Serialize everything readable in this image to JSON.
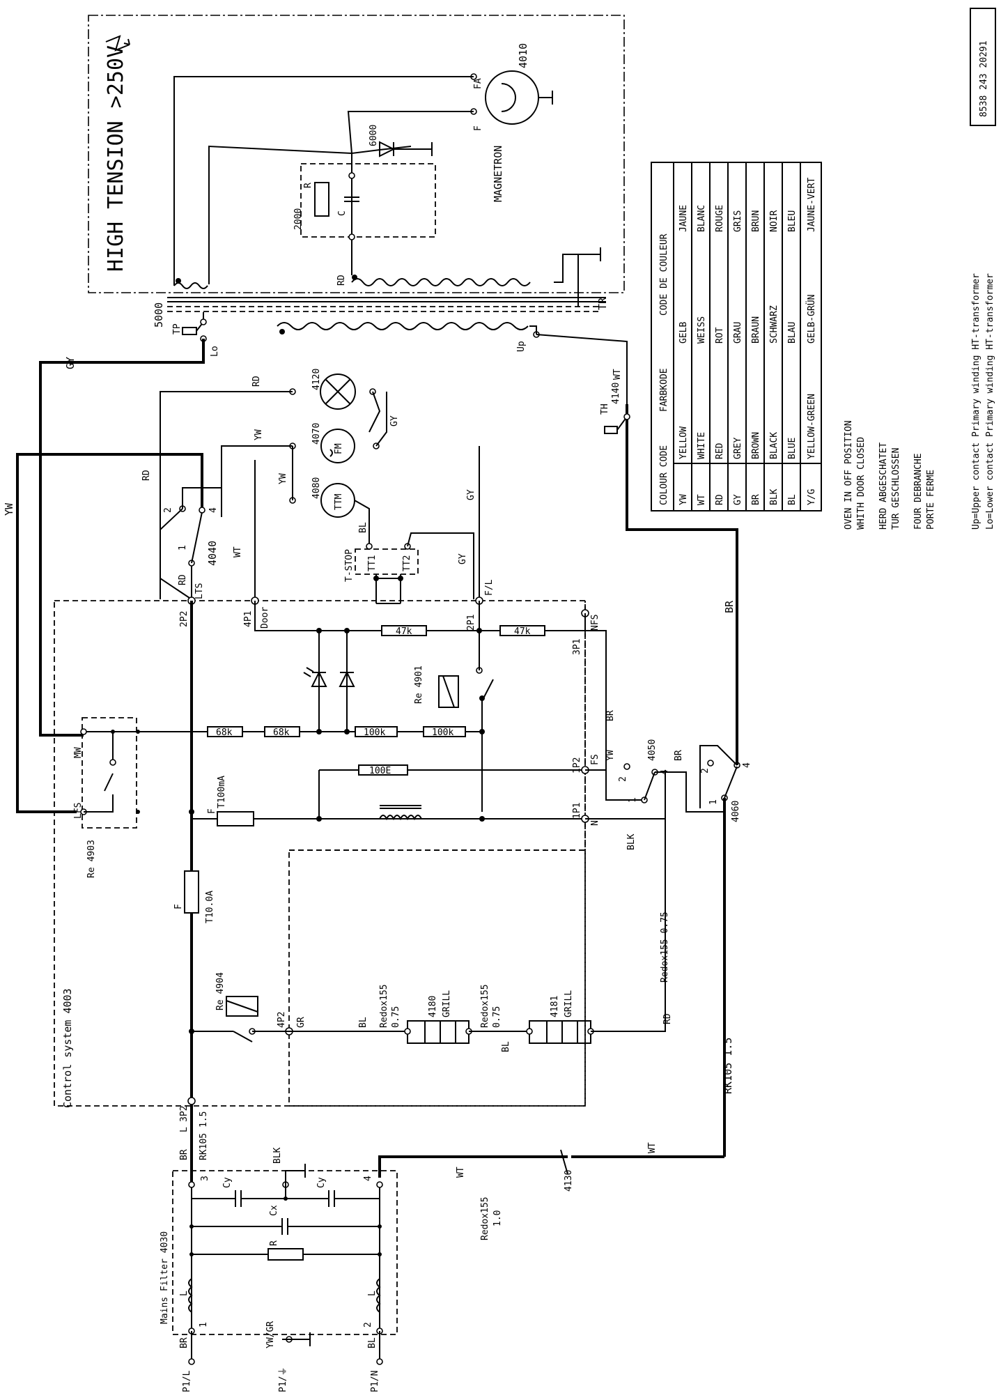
{
  "drawing": {
    "drawing_number": "8538 243 20291",
    "high_tension": "HIGH TENSION >250V",
    "magnetron_label": "MAGNETRON",
    "control_system": "Control system 4003",
    "mains_filter": "Mains Filter 4030",
    "status_notes": [
      "OVEN IN OFF POSITION",
      "WHITH DOOR CLOSED",
      "HERD ABGESCHATET",
      "TUR GESCHLOSSEN",
      "FOUR DEBRANCHE",
      "PORTE FERME"
    ],
    "contact_notes": [
      "Up=Upper contact Primary winding HT-transformer",
      "Lo=Lower contact Primary winding HT-transformer"
    ]
  },
  "color_code": {
    "headers": [
      "COLOUR CODE",
      "FARBKODE",
      "CODE DE COULEUR"
    ],
    "rows": [
      [
        "YW",
        "YELLOW",
        "GELB",
        "JAUNE"
      ],
      [
        "WT",
        "WHITE",
        "WEISS",
        "BLANC"
      ],
      [
        "RD",
        "RED",
        "ROT",
        "ROUGE"
      ],
      [
        "GY",
        "GREY",
        "GRAU",
        "GRIS"
      ],
      [
        "BR",
        "BROWN",
        "BRAUN",
        "BRUN"
      ],
      [
        "BLK",
        "BLACK",
        "SCHWARZ",
        "NOIR"
      ],
      [
        "BL",
        "BLUE",
        "BLAU",
        "BLEU"
      ],
      [
        "Y/G",
        "YELLOW-GREEN",
        "GELB-GRÜN",
        "JAUNE-VERT"
      ]
    ]
  },
  "components": {
    "magnetron": "4010",
    "diode": "6000",
    "capacitor_block": "2000",
    "capacitor_r": "R",
    "capacitor_c": "C",
    "transformer": "5000",
    "transformer_tr": "TR",
    "lamp": "4120",
    "fan_motor": "4070",
    "fan_symbol": "FM",
    "turntable_motor": "4080",
    "turntable_symbol": "TTM",
    "thermostat": "4140",
    "thermostat_th": "TH",
    "switch_4040": "4040",
    "switch_4050": "4050",
    "switch_4060": "4060",
    "relay_4901": "Re 4901",
    "relay_4903": "Re 4903",
    "relay_4904": "Re 4904",
    "grill_4180": "4180",
    "grill_4181": "4181",
    "grill_word": "GRILL",
    "thermal_4130": "4130",
    "tstop": "T-STOP",
    "tt1": "TT1",
    "tt2": "TT2",
    "fuse_f": "F",
    "fuse_main": "T10.0A",
    "fuse_small": "T100mA",
    "res_68k": "68k",
    "res_100k": "100k",
    "res_47k": "47k",
    "res_100e": "100E",
    "cy": "Cy",
    "cx": "Cx",
    "r": "R",
    "l": "L"
  },
  "terminals": {
    "FA": "FA",
    "F": "F",
    "TP": "TP",
    "Lo": "Lo",
    "Up": "Up",
    "LTS": "LTS",
    "2P2": "2P2",
    "4P1": "4P1",
    "Door": "Door",
    "2P1": "2P1",
    "F_L": "F/L",
    "NFS": "NFS",
    "3P1": "3P1",
    "1P2": "1P2",
    "FS": "FS",
    "1P1": "1P1",
    "N": "N",
    "MW": "MW",
    "LFS": "LFS",
    "4P2": "4P2",
    "GR": "GR",
    "3P2": "3P2",
    "L": "L",
    "P1L": "P1/L",
    "P1E": "P1/⏚",
    "P1N": "P1/N",
    "t1": "1",
    "t2": "2",
    "t3": "3",
    "t4": "4"
  },
  "wires": {
    "GY": "GY",
    "YW": "YW",
    "RD": "RD",
    "WT": "WT",
    "BR": "BR",
    "BL": "BL",
    "BLK": "BLK",
    "YW_GR": "YW/GR",
    "RK105": "RK105 1.5",
    "RK105s": "RK105 1.5",
    "Redox155_075": "Redox155 0.75",
    "Redox155_10": "Redox155 1.0",
    "Redox155": "Redox155",
    "w075": "0.75",
    "w10": "1.0"
  }
}
